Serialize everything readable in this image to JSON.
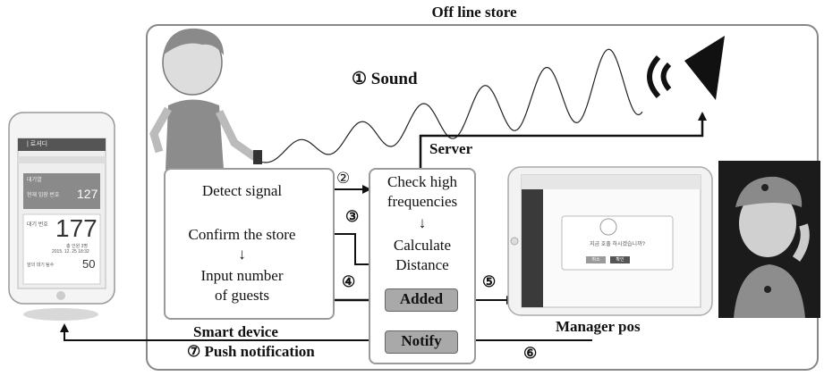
{
  "store": {
    "title": "Off line store"
  },
  "sound": {
    "label": "① Sound"
  },
  "server": {
    "label": "Server"
  },
  "smart_device": {
    "label": "Smart device",
    "detect": "Detect signal",
    "confirm": "Confirm the store",
    "arrow": "↓",
    "input_line1": "Input number",
    "input_line2": "of guests"
  },
  "process": {
    "check_line1": "Check high",
    "check_line2": "frequencies",
    "arrow": "↓",
    "calc_line1": "Calculate",
    "calc_line2": "Distance",
    "added": "Added",
    "notify": "Notify"
  },
  "steps": {
    "s2": "②",
    "s3": "③",
    "s4": "④",
    "s5": "⑤",
    "s6": "⑥"
  },
  "push": {
    "label": "⑦ Push notification"
  },
  "manager": {
    "label": "Manager pos"
  },
  "phone": {
    "app_name": "| 로셔디",
    "section": "대기열",
    "my_number_label": "현재 입장 번호",
    "my_number": "127",
    "wait_label": "대기 번호",
    "wait_number": "177",
    "wait_meta1": "총 인원 3명",
    "wait_meta2": "2015. 12. 25 18:32",
    "ahead_label": "앞의 대기 팀수",
    "ahead_number": "50"
  },
  "tablet": {
    "dialog_text": "지금 호출 하시겠습니까?",
    "btn_cancel": "취소",
    "btn_ok": "확인"
  },
  "colors": {
    "box_border": "#9a9a9a",
    "button_fill": "#a9a9a9",
    "store_border": "#888888"
  }
}
